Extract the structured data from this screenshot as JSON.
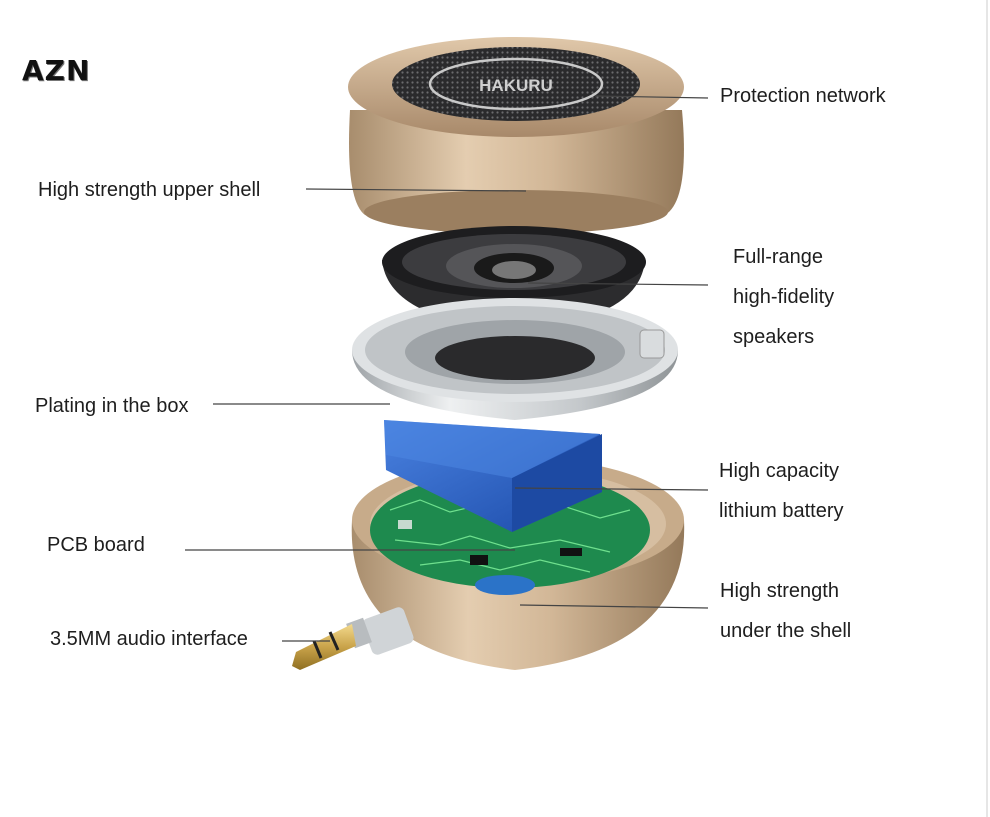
{
  "brand": {
    "logo_text": "AZN",
    "grille_text": "HAKURU"
  },
  "labels": {
    "protection_network": [
      "Protection network"
    ],
    "upper_shell": [
      "High strength upper shell"
    ],
    "speakers": [
      "Full-range",
      "high-fidelity",
      "speakers"
    ],
    "plating_box": [
      "Plating in the box"
    ],
    "battery": [
      "High capacity",
      "lithium battery"
    ],
    "pcb_board": [
      "PCB board"
    ],
    "under_shell": [
      "High strength",
      "under the shell"
    ],
    "audio_interface": [
      "3.5MM audio interface"
    ]
  },
  "colors": {
    "shell_gold": "#c9ae8e",
    "battery_blue": "#2a5fc4",
    "pcb_green": "#1e8a4e",
    "plate_silver": "#cfd3d6",
    "driver_black": "#1d1d1f",
    "leader_line": "#444444"
  }
}
